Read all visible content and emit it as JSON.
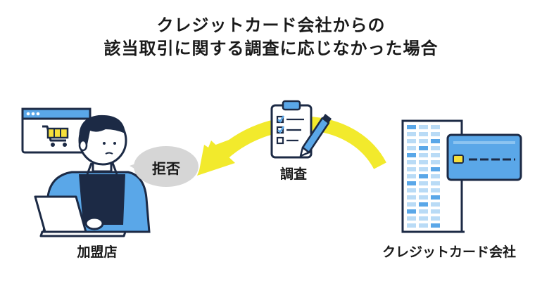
{
  "title": {
    "line1": "クレジットカード会社からの",
    "line2": "該当取引に関する調査に応じなかった場合"
  },
  "labels": {
    "merchant": "加盟店",
    "card_company": "クレジットカード会社",
    "survey": "調査",
    "refusal": "拒否"
  },
  "colors": {
    "arrow": "#f2ea2c",
    "accent_blue": "#5aa7e8",
    "dark_navy": "#1c2a45",
    "speech_bubble": "#d6d6d6",
    "card_chip": "#f6df3a"
  },
  "icons": {
    "clipboard": "clipboard-checklist-icon",
    "pencil": "pencil-icon",
    "cart": "shopping-cart-icon",
    "card": "credit-card-icon",
    "building": "office-building-icon"
  }
}
